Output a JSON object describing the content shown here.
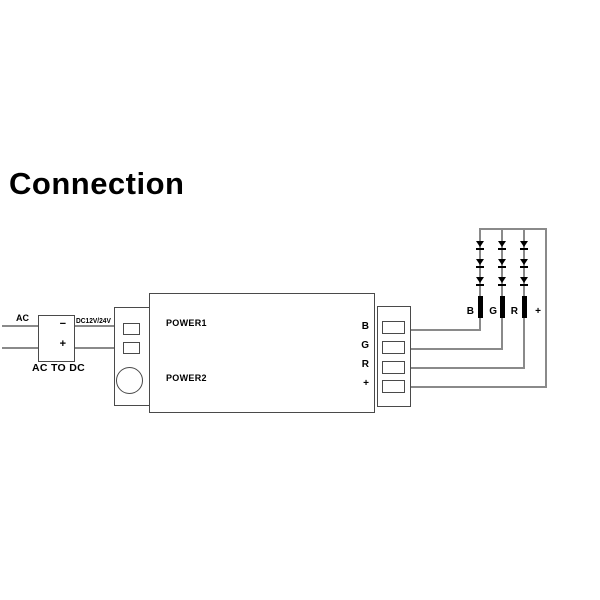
{
  "title": "Connection",
  "power_supply": {
    "input_label": "AC",
    "name_label": "AC TO DC",
    "output_voltage_label": "DC12V/24V",
    "minus_label": "−",
    "plus_label": "+"
  },
  "controller": {
    "power1_label": "POWER1",
    "power2_label": "POWER2",
    "output_labels": [
      "B",
      "G",
      "R",
      "+"
    ]
  },
  "led_strip": {
    "labels": [
      "B",
      "G",
      "R",
      "+"
    ],
    "diode_columns": 3,
    "diodes_per_column": 3
  },
  "colors": {
    "background": "#ffffff",
    "wire": "#8a8a8a",
    "outline": "#4a4a4a",
    "symbol": "#000000",
    "text": "#000000"
  }
}
